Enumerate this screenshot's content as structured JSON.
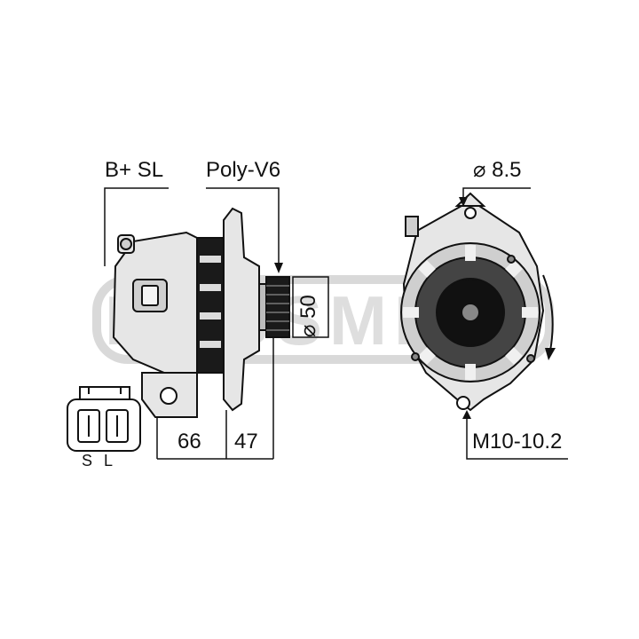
{
  "watermark": {
    "text": "MESSMER"
  },
  "labels": {
    "terminals": "B+ SL",
    "pulley_type": "Poly-V6",
    "pulley_diameter": "⌀ 50",
    "mount_hole": "⌀ 8.5",
    "thread": "M10-10.2",
    "dim_a": "66",
    "dim_b": "47",
    "connector_s": "S",
    "connector_l": "L"
  },
  "colors": {
    "line": "#111111",
    "body_fill": "#e6e6e6",
    "body_dark": "#1a1a1a",
    "watermark": "#d9d9d9"
  }
}
